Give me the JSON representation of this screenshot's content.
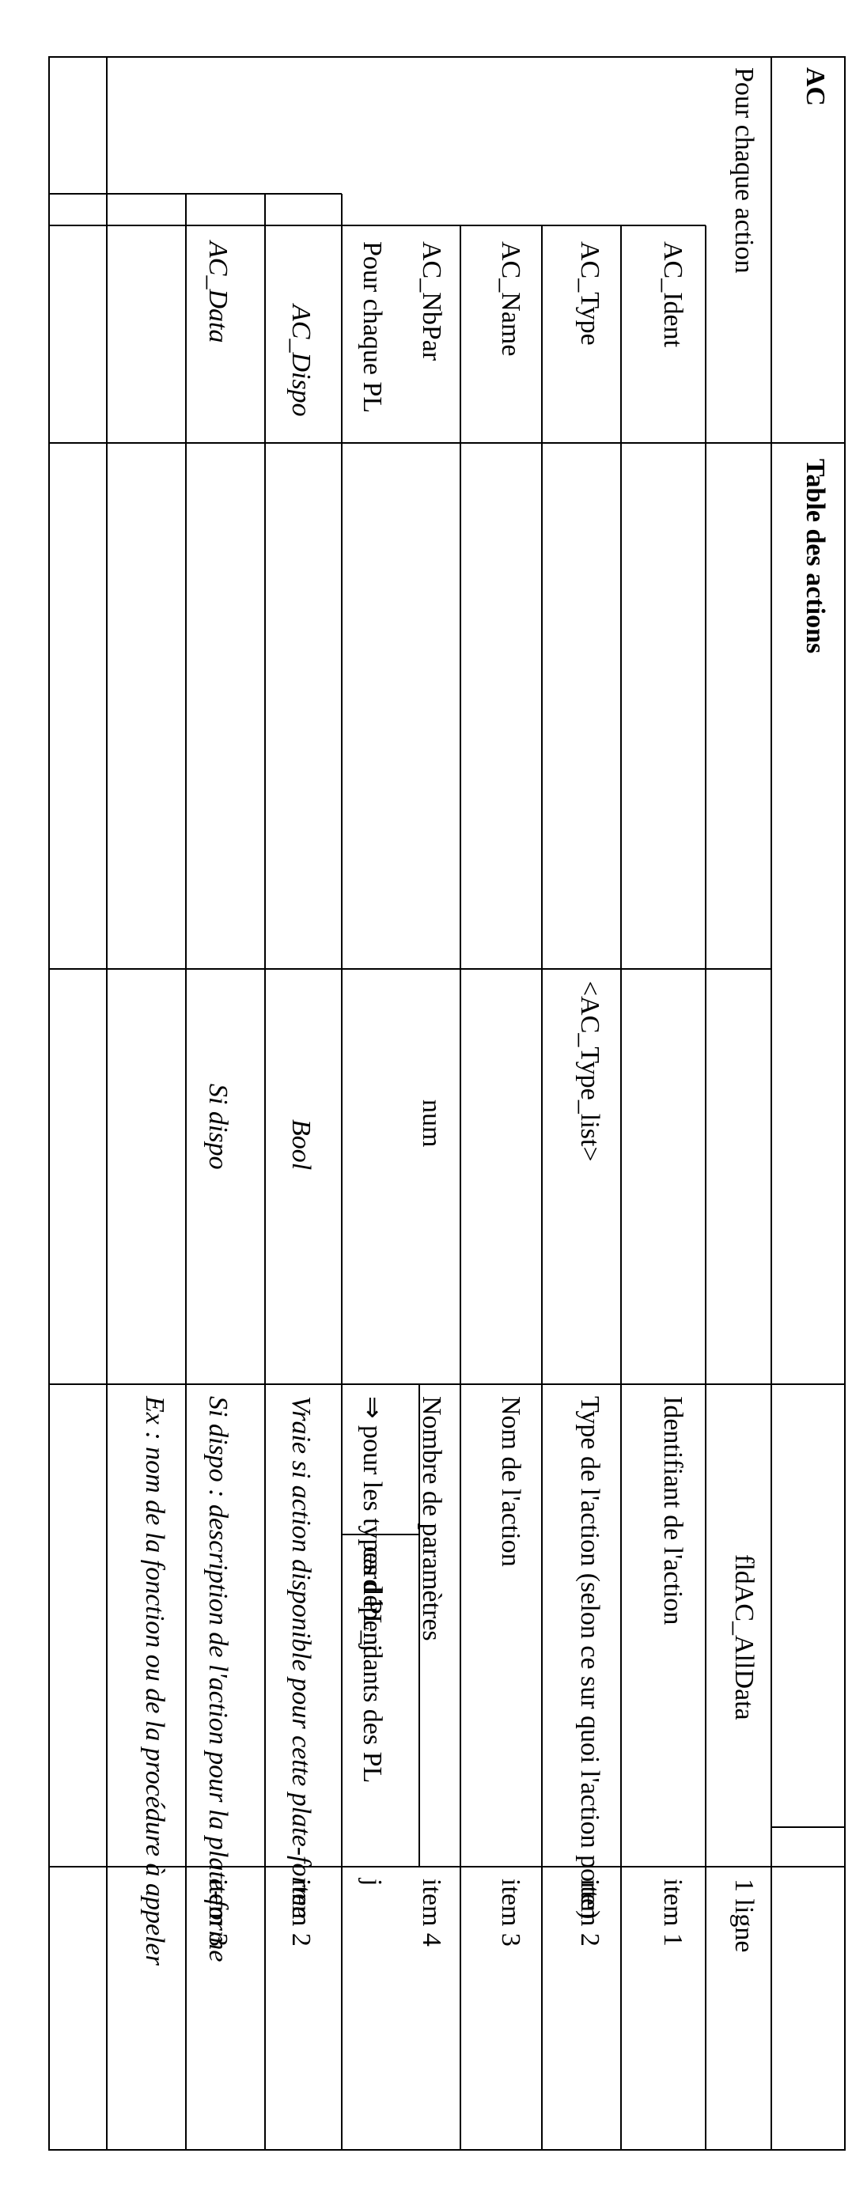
{
  "table": {
    "code": "AC",
    "title": "Table des actions",
    "rows": [
      {
        "c1": "Pour chaque action",
        "c2": "",
        "c3": "",
        "c4": "",
        "c5": "fldAC_AllData",
        "c6": "1 ligne"
      },
      {
        "c2": "AC_Ident",
        "c3": "",
        "c4": "Identifiant de l'action",
        "c5": "",
        "c6": "item 1"
      },
      {
        "c2": "AC_Type",
        "c3": "<AC_Type_list>",
        "c4": "Type de l'action (selon ce sur quoi l'action porte)",
        "c6": "item 2"
      },
      {
        "c2": "AC_Name",
        "c3": "",
        "c4": "Nom de l'action",
        "c6": "item 3"
      },
      {
        "c2": "AC_NbPar",
        "c3": "num",
        "c4": "Nombre de paramètres",
        "c6": "item 4"
      },
      {
        "c2": "Pour chaque PL",
        "c3": "",
        "c4": "⇒ pour les types dépendants des PL",
        "c5": "card PL_j",
        "c6": "j"
      },
      {
        "c3_name": "AC_Dispo",
        "c3": "Bool",
        "c4": "Vraie si action disponible pour cette plate-forme",
        "c6": "item 2"
      },
      {
        "c3_name": "AC_Data",
        "c3": "Si dispo",
        "c4": "Si dispo : description de l'action pour la plate-forme",
        "c6": "item 3"
      },
      {
        "c4": "Ex : nom de la fonction ou de la procédure à appeler"
      }
    ]
  }
}
